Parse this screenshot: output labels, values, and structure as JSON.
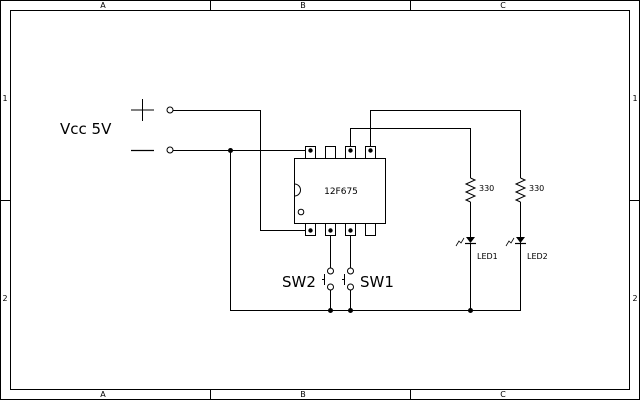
{
  "frame": {
    "columns": [
      "A",
      "B",
      "C"
    ],
    "rows": [
      "1",
      "2"
    ]
  },
  "power": {
    "label": "Vcc 5V",
    "plus_sign": "+",
    "minus_sign": "—"
  },
  "chip": {
    "label": "12F675"
  },
  "resistors": {
    "r1_value": "330",
    "r2_value": "330"
  },
  "leds": {
    "led1_label": "LED1",
    "led2_label": "LED2"
  },
  "switches": {
    "sw1_label": "SW1",
    "sw2_label": "SW2"
  }
}
